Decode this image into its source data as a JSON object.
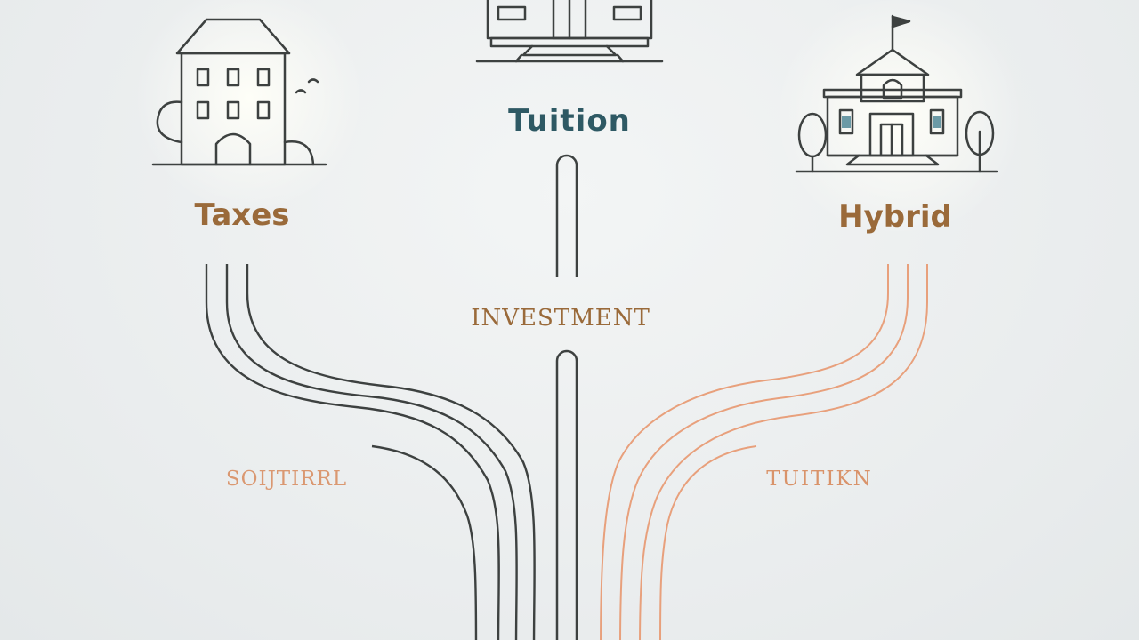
{
  "labels": {
    "taxes": "Taxes",
    "tuition_top": "Tuition",
    "hybrid": "Hybrid",
    "investment": "INVESTMENT",
    "left_bottom": "SOIJTIRRL",
    "right_bottom": "TUITIKN"
  },
  "colors": {
    "dark_line": "#3d4140",
    "brown_text": "#9a6a3a",
    "teal_text": "#2e5964",
    "orange_line": "#e8a07c",
    "orange_text": "#d88a5c",
    "window_teal": "#6b9aa6"
  }
}
